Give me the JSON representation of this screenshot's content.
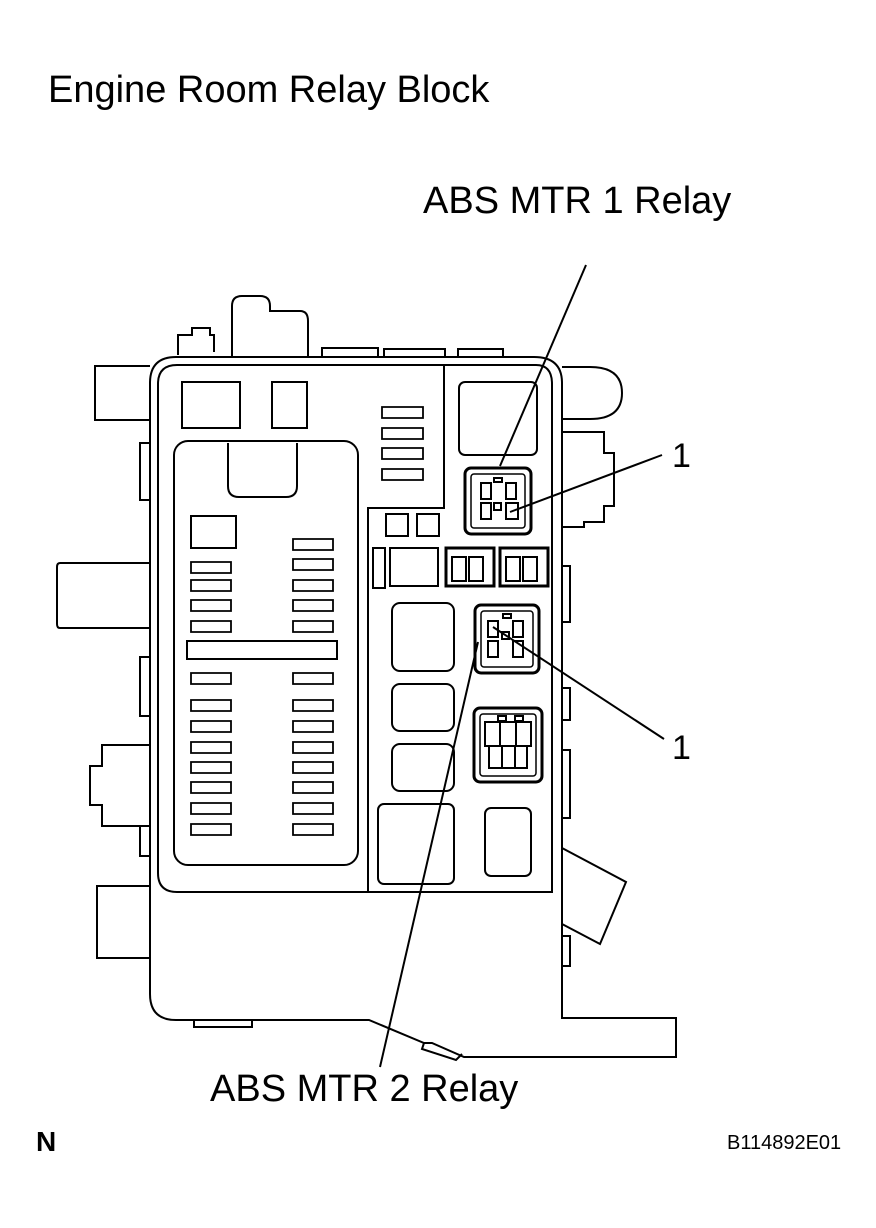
{
  "title": "Engine Room Relay Block",
  "labels": {
    "relay_1": "ABS MTR 1 Relay",
    "relay_2": "ABS MTR 2 Relay",
    "callout_1a": "1",
    "callout_1b": "1"
  },
  "footer": {
    "mark": "N",
    "code": "B114892E01"
  }
}
